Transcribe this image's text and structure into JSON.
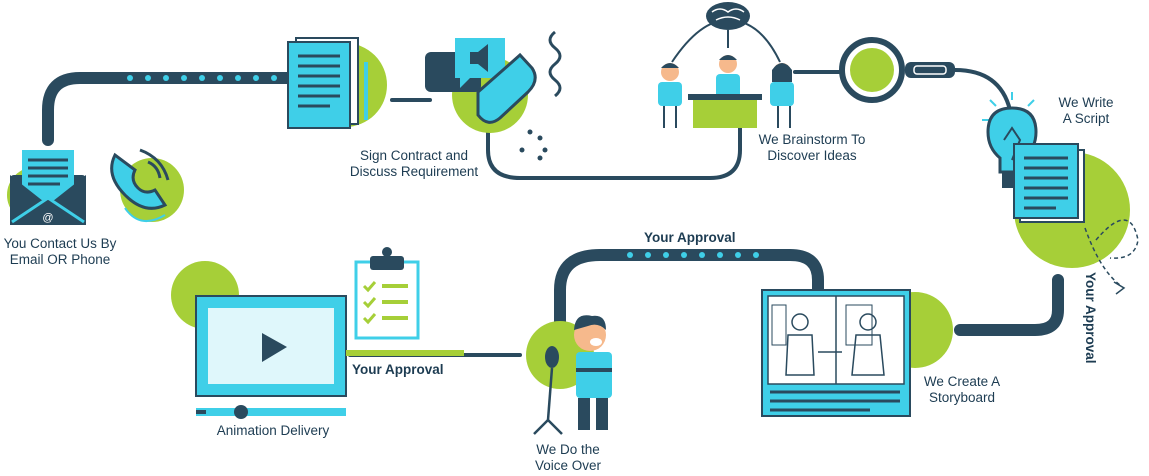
{
  "steps": {
    "contact": {
      "line1": "You Contact Us By",
      "line2": "Email OR Phone"
    },
    "contract": {
      "line1": "Sign Contract and",
      "line2": "Discuss Requirement"
    },
    "brainstorm": {
      "line1": "We Brainstorm To",
      "line2": "Discover Ideas"
    },
    "script": {
      "line1": "We Write",
      "line2": "A Script"
    },
    "storyboard": {
      "line1": "We Create A",
      "line2": "Storyboard"
    },
    "voiceover": {
      "line1": "We Do the",
      "line2": "Voice Over"
    },
    "delivery": {
      "line1": "Animation Delivery"
    }
  },
  "approvals": {
    "right": "Your Approval",
    "top": "Your Approval",
    "bottom": "Your Approval"
  },
  "email_symbol": "@",
  "colors": {
    "navy": "#2a4a5e",
    "cyan": "#3fcfe8",
    "lime": "#a6cf38",
    "dark": "#1d3c52"
  }
}
